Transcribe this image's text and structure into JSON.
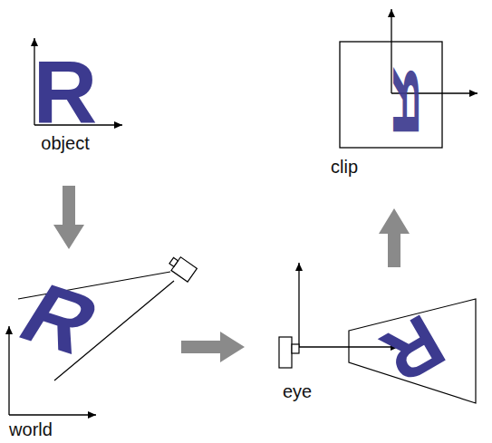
{
  "diagram": {
    "labels": [
      "R",
      "object",
      "R",
      "world",
      "eye",
      "R",
      "R",
      "clip"
    ]
  }
}
